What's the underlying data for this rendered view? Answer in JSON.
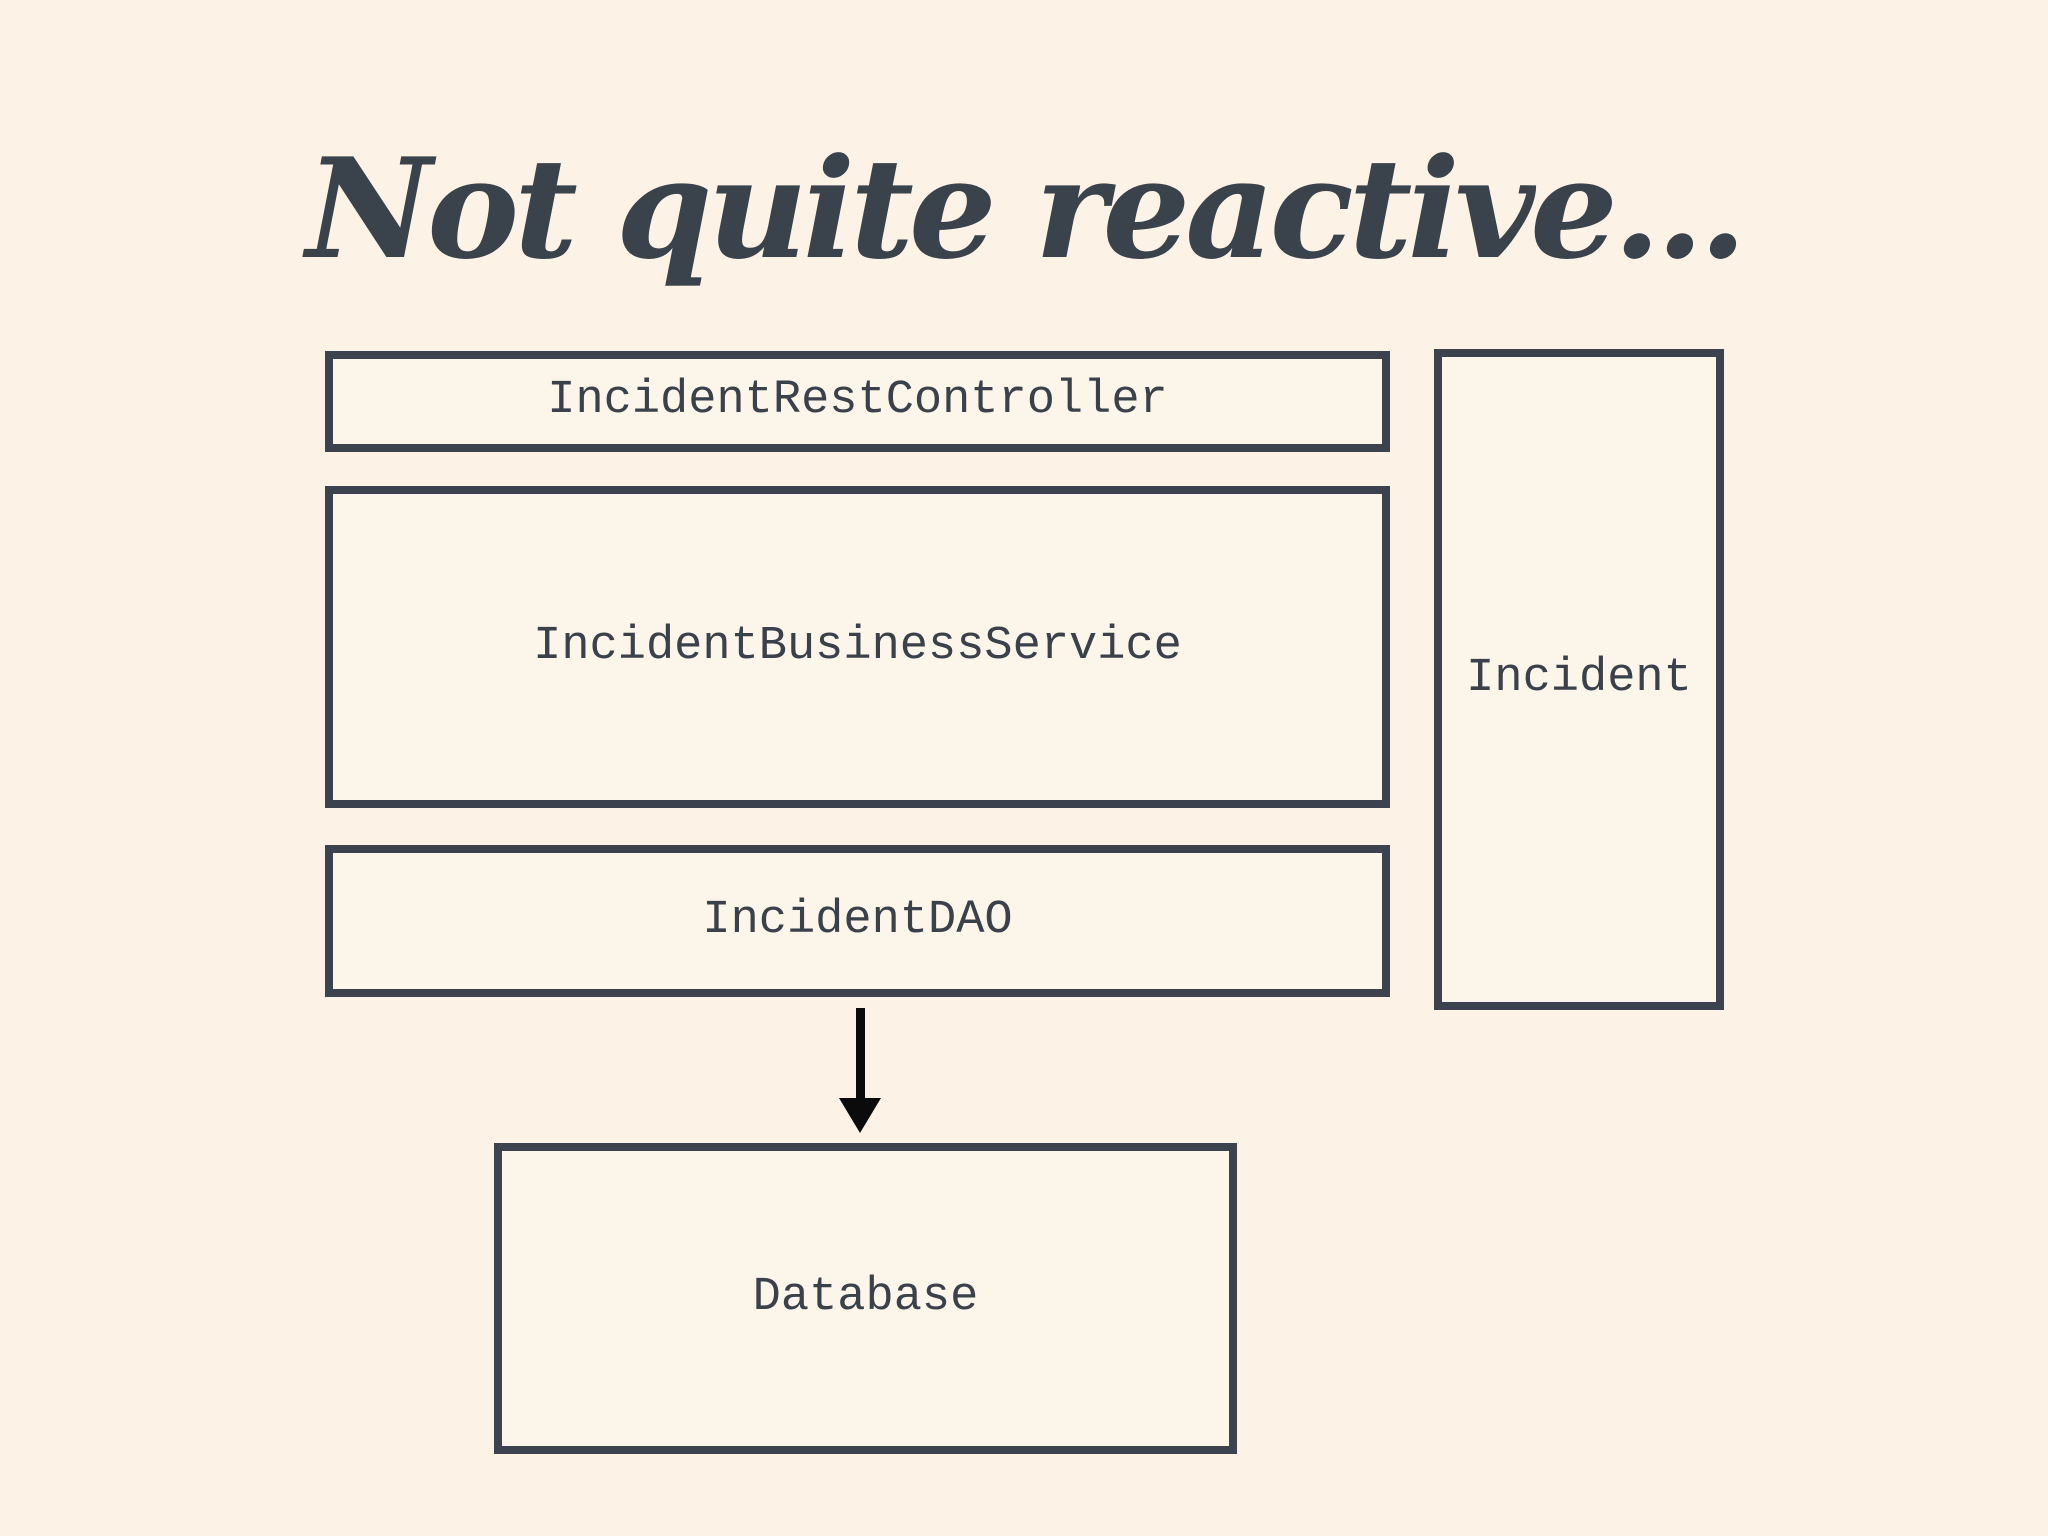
{
  "slide": {
    "title": "Not quite reactive...",
    "background_color": "#fdf2e6",
    "box_fill_color": "#fcf5ea",
    "border_color": "#3c434e",
    "text_color": "#3a414b",
    "title_color": "#3a424c",
    "arrow_color": "#0b0b0b"
  },
  "diagram": {
    "nodes": [
      {
        "id": "controller",
        "label": "IncidentRestController"
      },
      {
        "id": "service",
        "label": "IncidentBusinessService"
      },
      {
        "id": "dao",
        "label": "IncidentDAO"
      },
      {
        "id": "incident",
        "label": "Incident"
      },
      {
        "id": "database",
        "label": "Database"
      }
    ],
    "edges": [
      {
        "from": "dao",
        "to": "database",
        "type": "arrow-down"
      }
    ]
  }
}
